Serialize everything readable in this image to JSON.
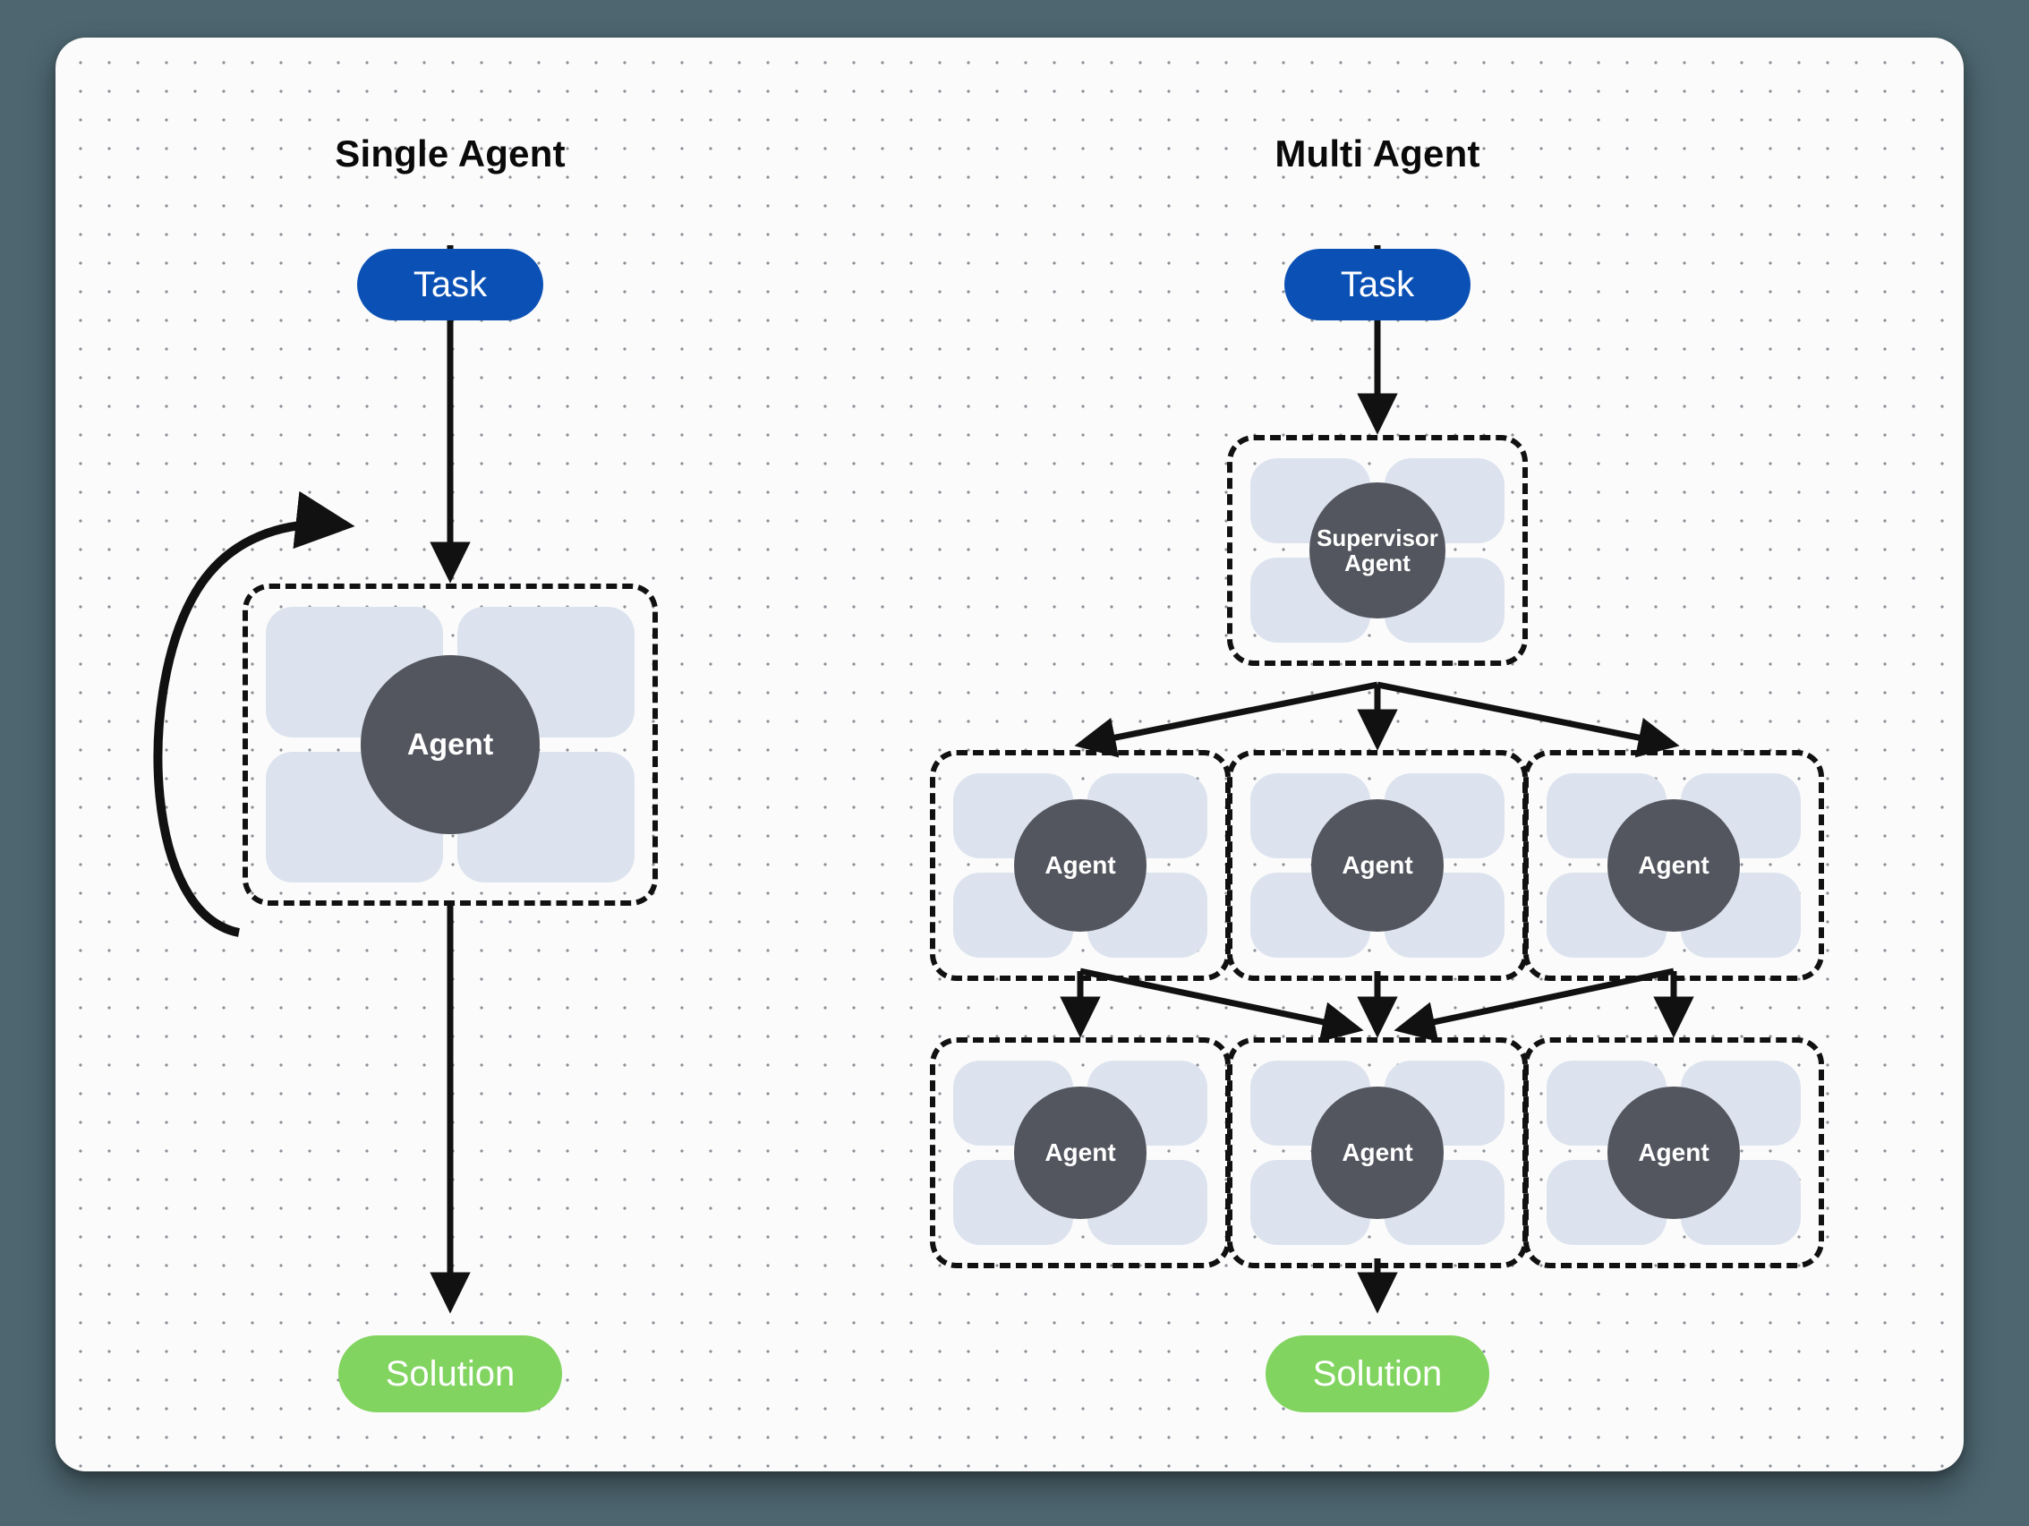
{
  "canvas": {
    "background_color": "#fbfbfb",
    "outer_background_color": "#4d6670",
    "dot_color": "#8b8f96"
  },
  "colors": {
    "task_pill": "#0b51b5",
    "solution_pill": "#81d45f",
    "agent_circle": "#54565f",
    "agent_tile": "#dce3ee",
    "connector": "#111111",
    "title_text": "#0a0a0a",
    "pill_text": "#ffffff",
    "agent_text": "#ffffff"
  },
  "panels": [
    {
      "id": "single-agent",
      "title": "Single Agent",
      "task_label": "Task",
      "agent_label": "Agent",
      "solution_label": "Solution"
    },
    {
      "id": "multi-agent",
      "title": "Multi Agent",
      "task_label": "Task",
      "supervisor_label_line1": "Supervisor",
      "supervisor_label_line2": "Agent",
      "agent_label": "Agent",
      "solution_label": "Solution",
      "middle_row_agents": [
        "Agent",
        "Agent",
        "Agent"
      ],
      "bottom_row_agents": [
        "Agent",
        "Agent",
        "Agent"
      ]
    }
  ],
  "flow": {
    "single": [
      "Task -> Agent",
      "Agent -> Agent (self loop)",
      "Agent -> Solution"
    ],
    "multi": [
      "Task -> Supervisor Agent",
      "Supervisor Agent -> Agent (left)",
      "Supervisor Agent -> Agent (center)",
      "Supervisor Agent -> Agent (right)",
      "Agent (left) -> Agent (bottom left)",
      "Agent (left) -> Agent (bottom center)",
      "Agent (center) -> Agent (bottom center)",
      "Agent (right) -> Agent (bottom center)",
      "Agent (right) -> Agent (bottom right)",
      "Agent (bottom center) -> Solution"
    ]
  }
}
